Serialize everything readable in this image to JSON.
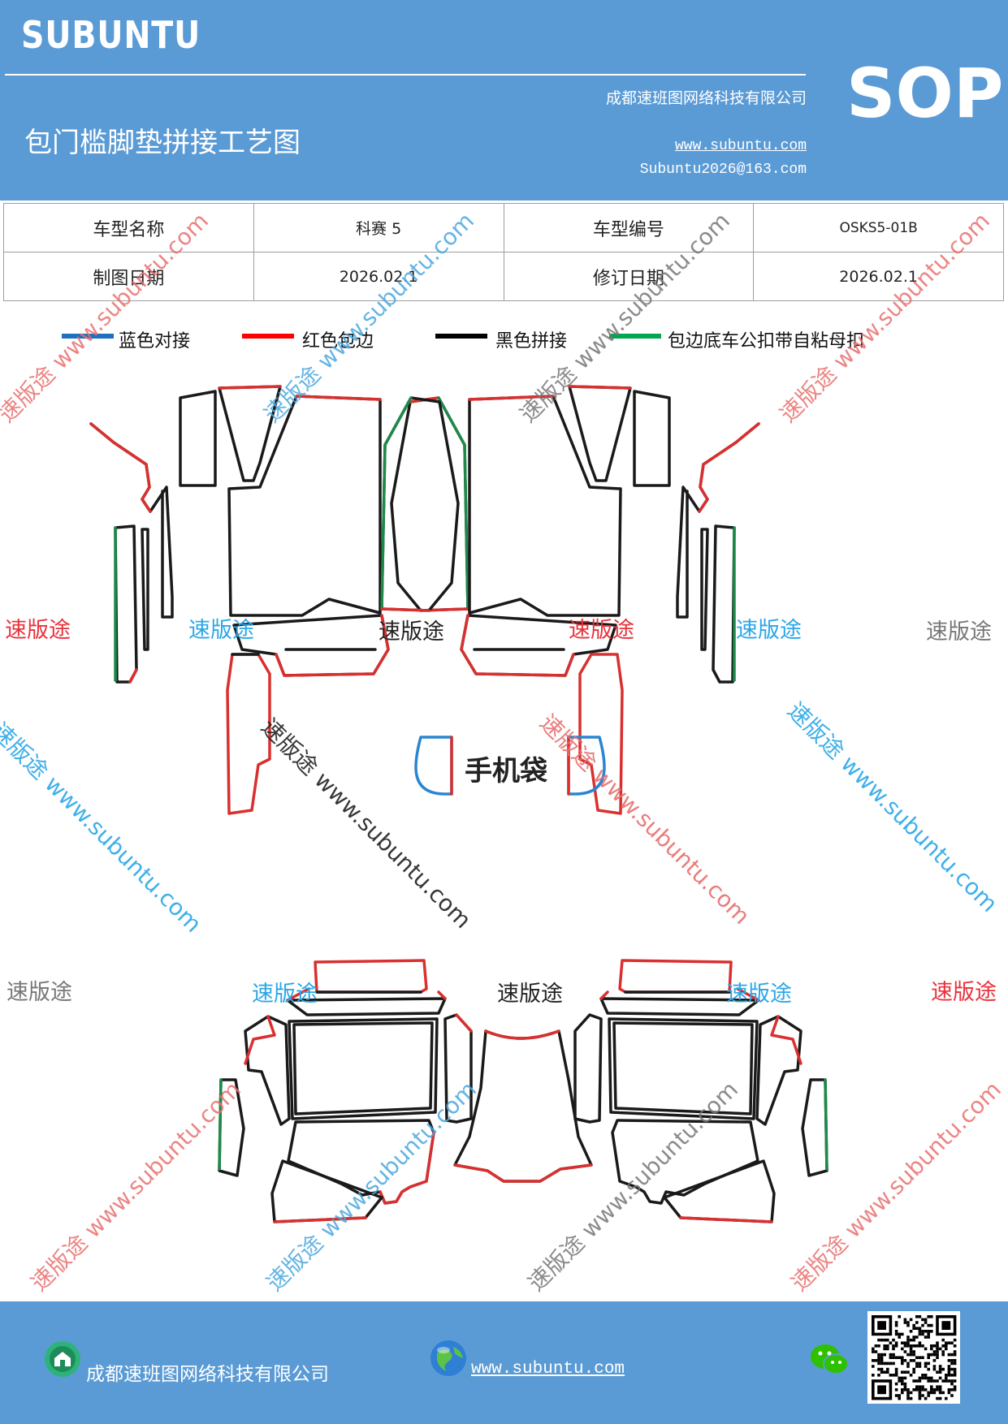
{
  "header": {
    "brand": "SUBUNTU",
    "company": "成都速班图网络科技有限公司",
    "title": "包门槛脚垫拼接工艺图",
    "website": "www.subuntu.com",
    "email": "Subuntu2026@163.com",
    "badge": "SOP"
  },
  "info_table": {
    "model_name_label": "车型名称",
    "model_name": "科赛 5",
    "model_code_label": "车型编号",
    "model_code": "OSKS5-01B",
    "draw_date_label": "制图日期",
    "draw_date": "2026.02.1",
    "revise_date_label": "修订日期",
    "revise_date": "2026.02.1"
  },
  "legend": [
    {
      "label": "蓝色对接",
      "color": "#1f6fc0"
    },
    {
      "label": "红色包边",
      "color": "#ff0000"
    },
    {
      "label": "黑色拼接",
      "color": "#000000"
    },
    {
      "label": "包边底车公扣带自粘母扣",
      "color": "#00a651"
    }
  ],
  "pattern": {
    "phone_pocket_label": "手机袋"
  },
  "watermark": {
    "brand": "速版途",
    "full": "速版途 www.subuntu.com"
  },
  "colors": {
    "header_bg": "#5b9bd5",
    "edge_red": "#d9302f",
    "edge_black": "#1a1a1a",
    "edge_green": "#1e8a4a",
    "edge_blue": "#2a86d0"
  },
  "footer": {
    "company": "成都速班图网络科技有限公司",
    "website": "www.subuntu.com",
    "icons": [
      "home-badge-icon",
      "globe-icon",
      "wechat-icon",
      "qr-code"
    ]
  }
}
